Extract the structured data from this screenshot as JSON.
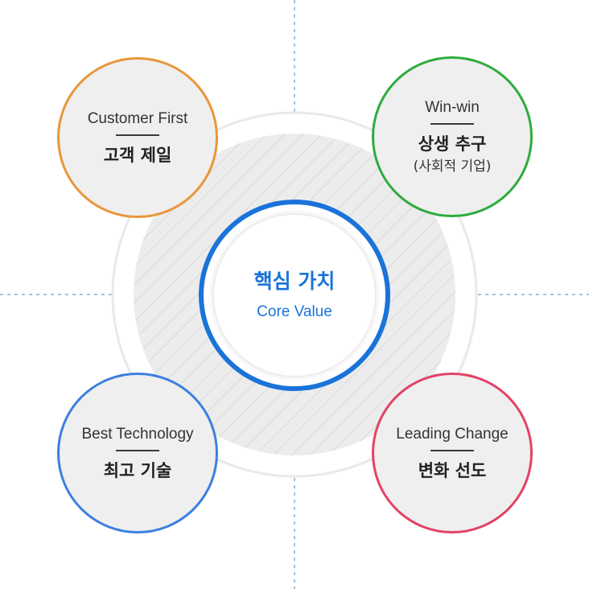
{
  "colors": {
    "core": "#1a73d9",
    "customer": "#e8963a",
    "winwin": "#2eab3e",
    "technology": "#3d7fe0",
    "change": "#e34265",
    "guide": "#7fb0d8",
    "ring_fill": "#e9e9e9"
  },
  "core": {
    "title_ko": "핵심 가치",
    "title_en": "Core Value"
  },
  "values": {
    "customer": {
      "en": "Customer First",
      "ko": "고객 제일"
    },
    "winwin": {
      "en": "Win-win",
      "ko": "상생 추구",
      "sub": "(사회적 기업)"
    },
    "technology": {
      "en": "Best Technology",
      "ko": "최고 기술"
    },
    "change": {
      "en": "Leading Change",
      "ko": "변화 선도"
    }
  }
}
